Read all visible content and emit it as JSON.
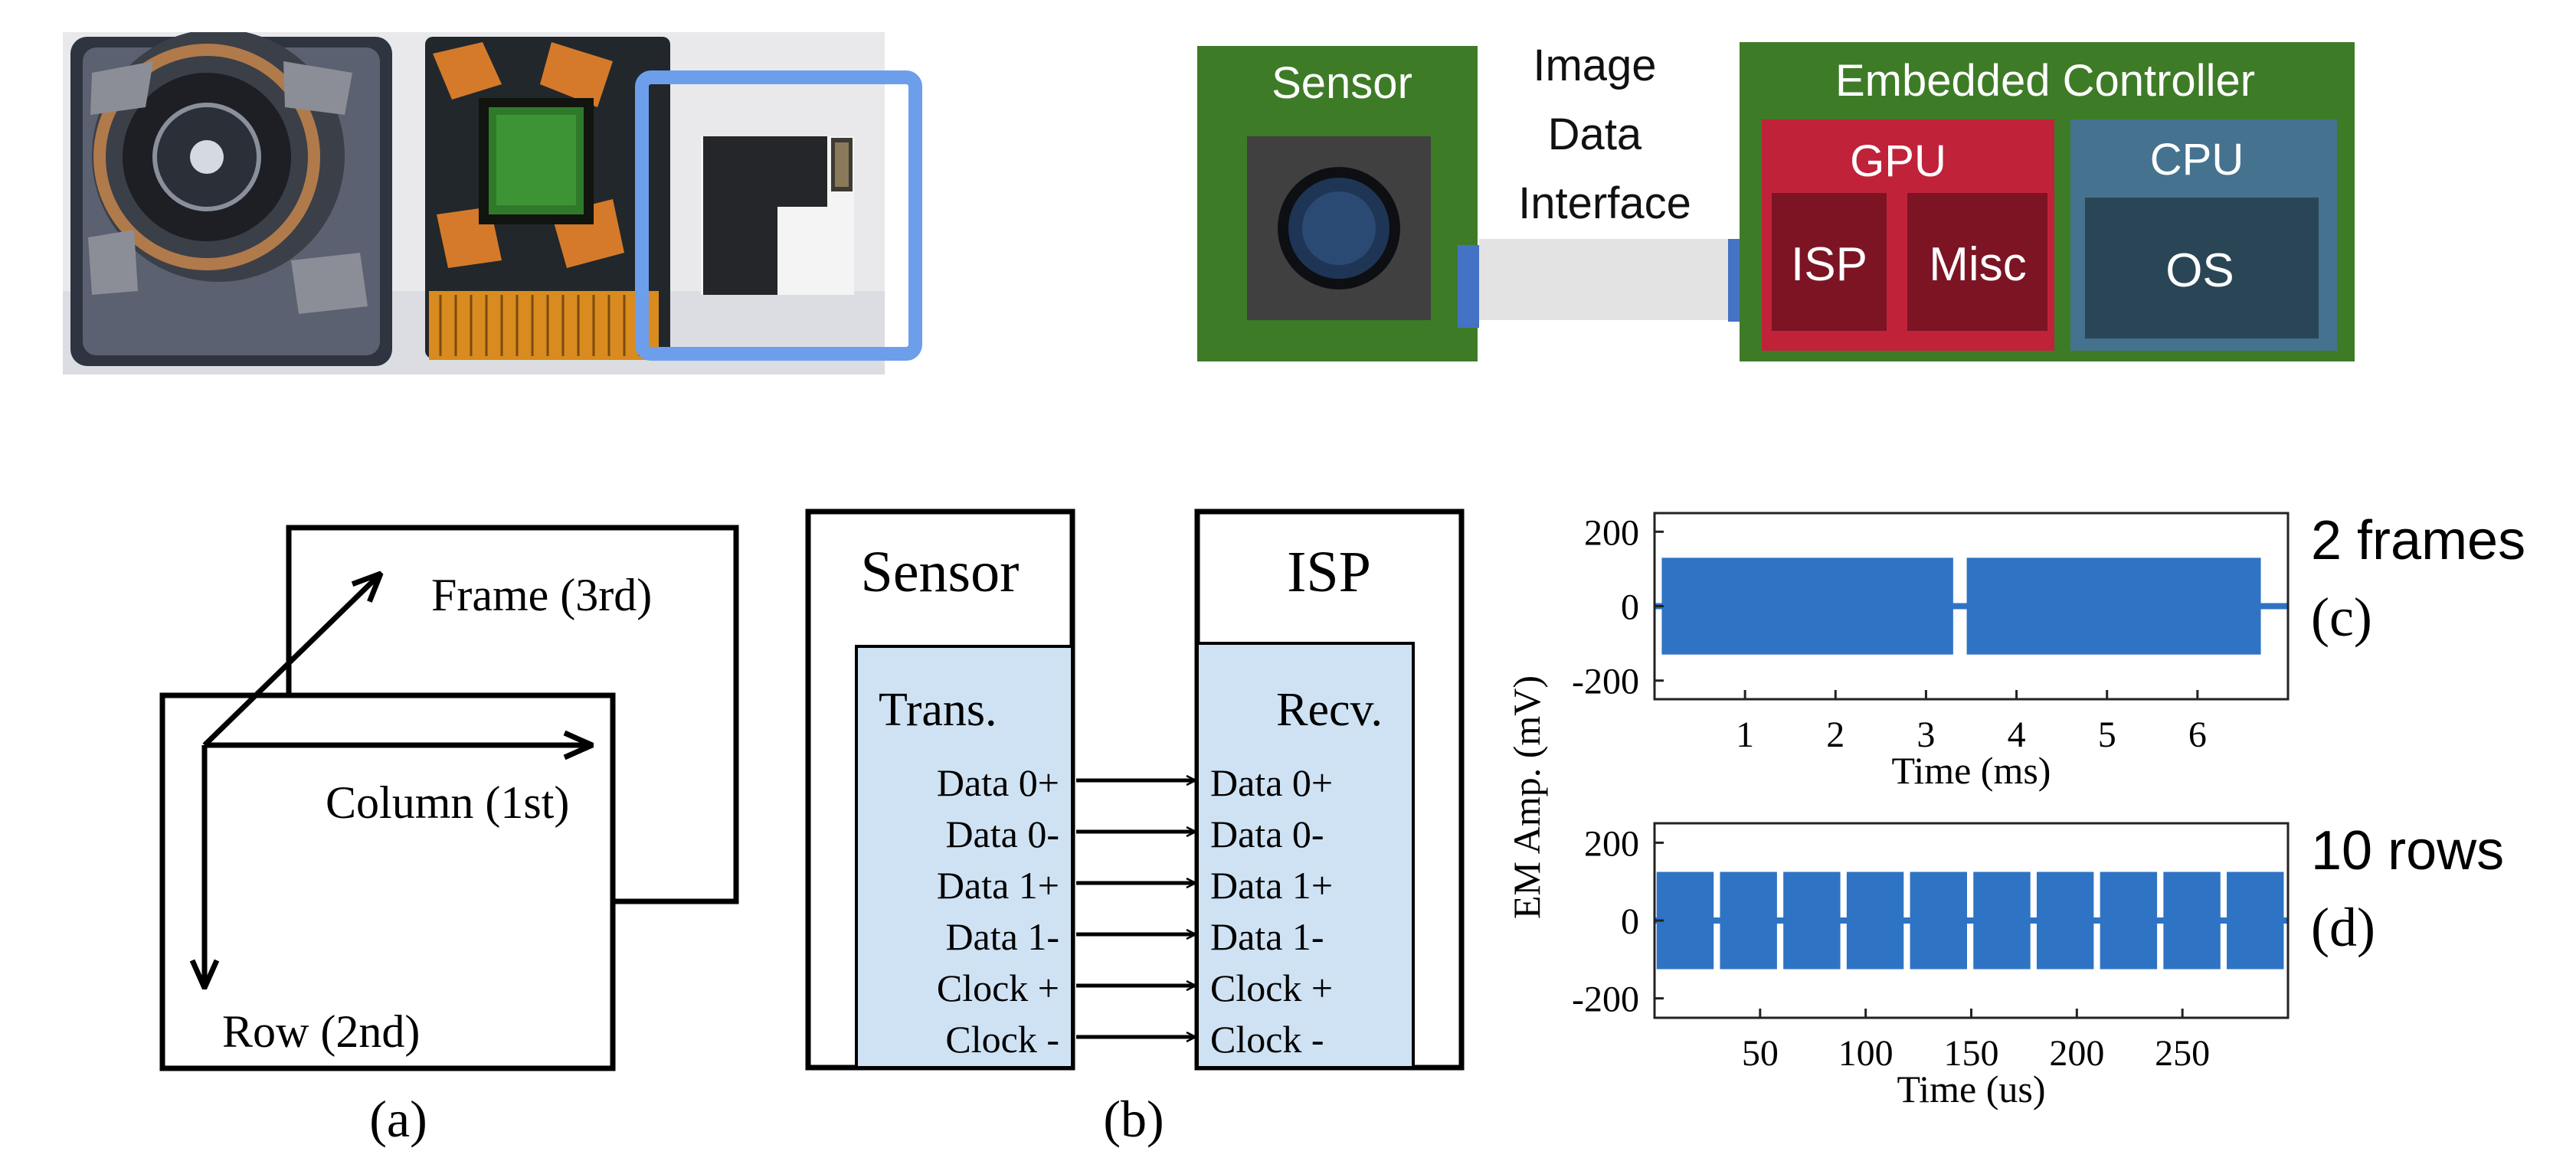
{
  "photo": {
    "colors": {
      "highlight": "#6d9eeb"
    }
  },
  "block_diagram": {
    "sensor_label": "Sensor",
    "interface_label_lines": [
      "Image",
      "Data",
      "Interface"
    ],
    "controller_label": "Embedded Controller",
    "gpu_label": "GPU",
    "isp_label": "ISP",
    "misc_label": "Misc",
    "cpu_label": "CPU",
    "os_label": "OS",
    "colors": {
      "board_green": "#3e7b27",
      "gpu_red": "#c0223a",
      "gpu_dark": "#7c1424",
      "cpu_blue": "#44728f",
      "os_dark": "#2a4656",
      "connector_blue": "#4472c4",
      "cable_gray": "#e3e3e3",
      "sensor_gray": "#404040"
    }
  },
  "panel_a": {
    "frame_label": "Frame (3rd)",
    "column_label": "Column (1st)",
    "row_label": "Row (2nd)",
    "caption": "(a)"
  },
  "panel_b": {
    "sensor_title": "Sensor",
    "isp_title": "ISP",
    "trans_label": "Trans.",
    "recv_label": "Recv.",
    "signals": [
      "Data 0+",
      "Data 0-",
      "Data 1+",
      "Data 1-",
      "Clock +",
      "Clock -"
    ],
    "caption": "(b)",
    "colors": {
      "fill": "#cfe2f3"
    }
  },
  "chart_data": [
    {
      "type": "line",
      "panel_label": "(c)",
      "annotation": "2 frames",
      "xlabel": "Time (ms)",
      "ylabel": "EM Amp. (mV)",
      "xlim": [
        0,
        7
      ],
      "ylim": [
        -250,
        250
      ],
      "xticks": [
        1,
        2,
        3,
        4,
        5,
        6
      ],
      "yticks": [
        200,
        0,
        -200
      ],
      "series": [
        {
          "color": "#2f73c4",
          "envelope": [
            {
              "x_start": 0.08,
              "x_end": 3.3,
              "amplitude": 130
            },
            {
              "x_start": 3.45,
              "x_end": 6.7,
              "amplitude": 130
            }
          ]
        }
      ]
    },
    {
      "type": "line",
      "panel_label": "(d)",
      "annotation": "10 rows",
      "xlabel": "Time (us)",
      "ylabel": "EM Amp. (mV)",
      "xlim": [
        0,
        300
      ],
      "ylim": [
        -250,
        250
      ],
      "xticks": [
        50,
        100,
        150,
        200,
        250
      ],
      "yticks": [
        200,
        0,
        -200
      ],
      "series": [
        {
          "color": "#2f73c4",
          "envelope": [
            {
              "x_start": 1,
              "x_end": 28,
              "amplitude": 125
            },
            {
              "x_start": 31,
              "x_end": 58,
              "amplitude": 125
            },
            {
              "x_start": 61,
              "x_end": 88,
              "amplitude": 125
            },
            {
              "x_start": 91,
              "x_end": 118,
              "amplitude": 125
            },
            {
              "x_start": 121,
              "x_end": 148,
              "amplitude": 125
            },
            {
              "x_start": 151,
              "x_end": 178,
              "amplitude": 125
            },
            {
              "x_start": 181,
              "x_end": 208,
              "amplitude": 125
            },
            {
              "x_start": 211,
              "x_end": 238,
              "amplitude": 125
            },
            {
              "x_start": 241,
              "x_end": 268,
              "amplitude": 125
            },
            {
              "x_start": 271,
              "x_end": 298,
              "amplitude": 125
            }
          ]
        }
      ]
    }
  ]
}
